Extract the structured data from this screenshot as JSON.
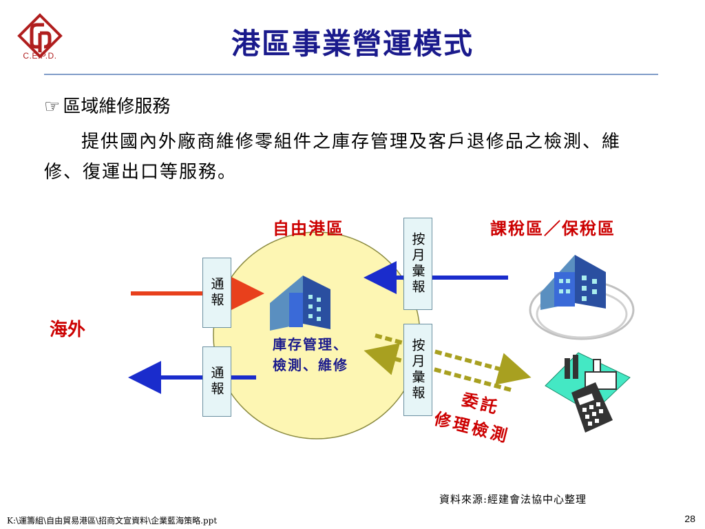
{
  "logo": {
    "text": "C.E.P.D."
  },
  "title": "港區事業營運模式",
  "bullet": {
    "icon": "pointing-hand-icon",
    "text": "區域維修服務"
  },
  "paragraph": "提供國內外廠商維修零組件之庫存管理及客戶退修品之檢測、維修、復運出口等服務。",
  "diagram": {
    "free_port_label": "自由港區",
    "tax_zone_label": "課稅區／保稅區",
    "overseas_label": "海外",
    "center_text_line1": "庫存管理、",
    "center_text_line2": "檢測、維修",
    "notify_box_top": "通報",
    "notify_box_bottom": "通報",
    "monthly_box_top": "按月彙報",
    "monthly_box_bottom": "按月彙報",
    "consign_line1": "委託",
    "consign_line2": "修理檢測"
  },
  "colors": {
    "title": "#1a1a8c",
    "accent_red": "#cc0000",
    "circle": "#fdf6b3",
    "olive_arrow": "#a8a020"
  },
  "source_note": "資料來源:經建會法協中心整理",
  "footer": {
    "path": "K:\\運籌組\\自由貿易港區\\招商文宣資料\\企業藍海策略.ppt",
    "page_number": "28"
  }
}
